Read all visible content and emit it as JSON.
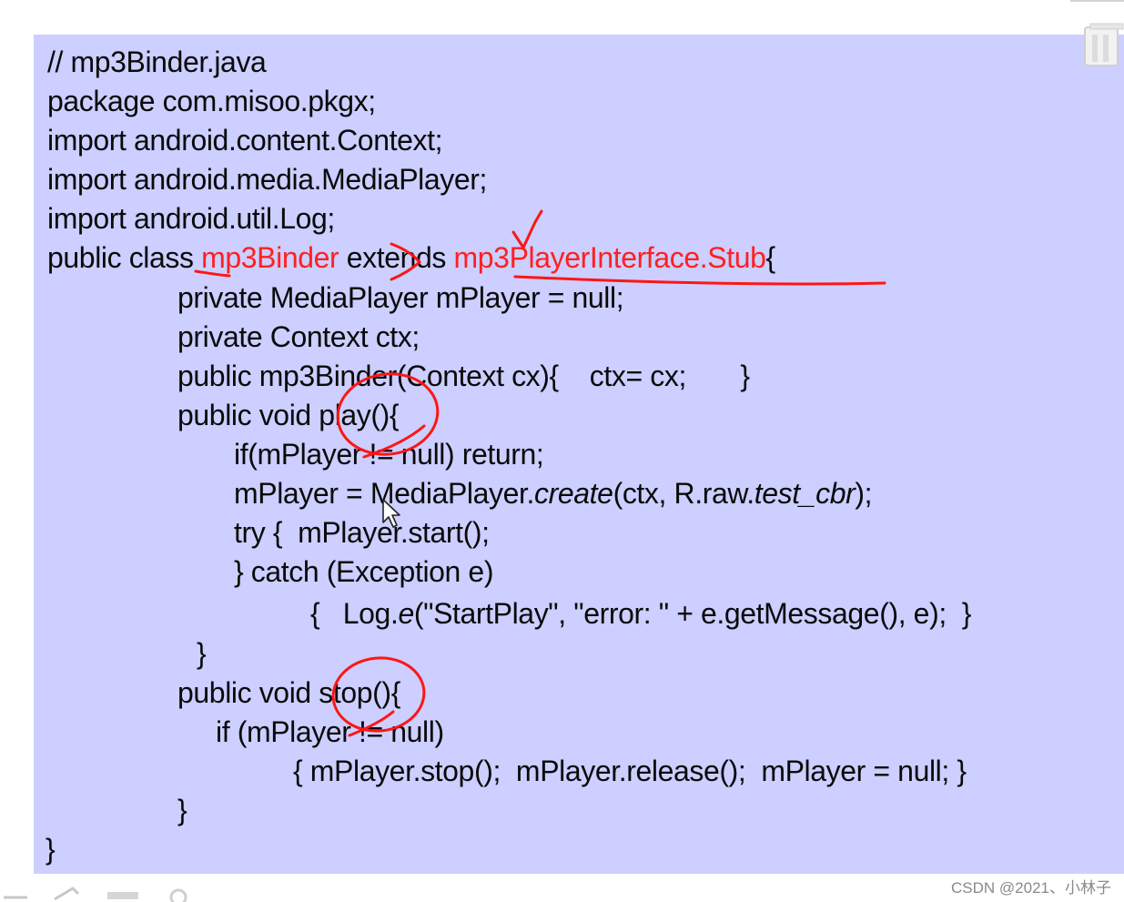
{
  "slide": {
    "code": {
      "comment": "// mp3Binder.java",
      "package_line": "package com.misoo.pkgx;",
      "import_context": "import android.content.Context;",
      "import_mediaplayer": "import android.media.MediaPlayer;",
      "import_log": "import android.util.Log;",
      "class_kw": "public class ",
      "class_name": "mp3Binder",
      "extends_kw": " extends ",
      "parent_class": "mp3PlayerInterface.Stub",
      "class_open_brace": "{",
      "field_player": "private MediaPlayer mPlayer = null;",
      "field_ctx": "private Context ctx;",
      "constructor": "public mp3Binder(Context cx){    ctx= cx;       }",
      "play_signature": "public void play(){",
      "play_check": "if(mPlayer != null) return;",
      "play_create_a": "mPlayer = MediaPlayer.",
      "play_create_b": "create",
      "play_create_c": "(ctx, R.raw.",
      "play_create_d": "test_cbr",
      "play_create_e": ");",
      "play_try": "try {  mPlayer.start();",
      "play_catch": "} catch (Exception e)",
      "play_log_a": "{   Log.",
      "play_log_b": "e",
      "play_log_c": "(\"StartPlay\", \"error: \" + e.getMessage(), e);  }",
      "play_close": "}",
      "stop_signature": "public void stop(){",
      "stop_check": "if (mPlayer != null)",
      "stop_body": "{ mPlayer.stop();  mPlayer.release();  mPlayer = null; }",
      "stop_close": "}",
      "class_close": "}"
    }
  },
  "watermark": "CSDN @2021、小林子",
  "colors": {
    "panel": "#cccfff",
    "code_text": "#0a0a0a",
    "highlight": "#ff2020",
    "annotation": "#ff1515"
  },
  "icons": {
    "corner": "window-restore-icon",
    "cursor": "mouse-pointer-icon",
    "controls": "slide-controls-icon"
  }
}
